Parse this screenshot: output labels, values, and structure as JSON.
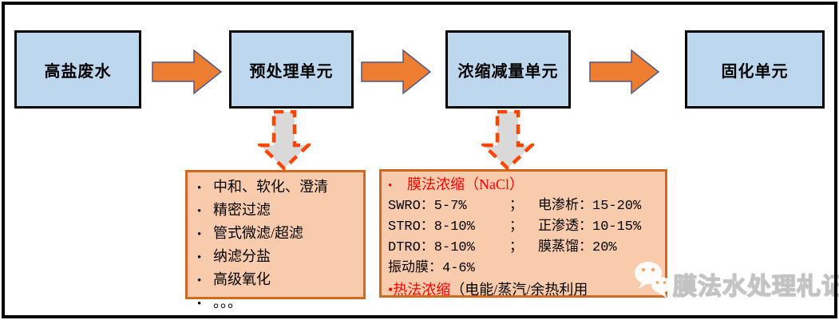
{
  "flow": {
    "nodes": [
      {
        "id": "feed",
        "label": "高盐废水"
      },
      {
        "id": "pretreatment",
        "label": "预处理单元"
      },
      {
        "id": "concentration",
        "label": "浓缩减量单元"
      },
      {
        "id": "solidification",
        "label": "固化单元"
      }
    ]
  },
  "pretreatment_detail": {
    "bullet": "•",
    "items": [
      "中和、软化、澄清",
      "精密过滤",
      "管式微滤/超滤",
      "纳滤分盐",
      "高级氧化",
      "。。。"
    ]
  },
  "concentration_detail": {
    "bullet": "•",
    "membrane_heading": "膜法浓缩（NaCl）",
    "rows": [
      {
        "left": "SWRO：5-7%",
        "sep": "；",
        "right": "电渗析：15-20%"
      },
      {
        "left": "STRO：8-10%",
        "sep": "；",
        "right": "正渗透：10-15%"
      },
      {
        "left": "DTRO：8-10%",
        "sep": "；",
        "right": "膜蒸馏：20%"
      },
      {
        "left": "振动膜：4-6%",
        "sep": "",
        "right": ""
      }
    ],
    "thermal_heading": "热法浓缩",
    "thermal_suffix": "（电能/蒸汽/余热利用"
  },
  "watermark": {
    "icon": "wechat-bubbles-icon",
    "label": "膜法水处理札记"
  },
  "colors": {
    "node_fill": "#BDD7EE",
    "node_border": "#000000",
    "arrow_fill": "#ED7D31",
    "arrow_outline": "#4A5A8F",
    "down_arrow_fill": "#D9D9D9",
    "down_arrow_dash": "#FF4500",
    "detail_fill": "#F8CBAD",
    "detail_border": "#D2691E",
    "red_text": "#FF0000",
    "text": "#000000"
  }
}
